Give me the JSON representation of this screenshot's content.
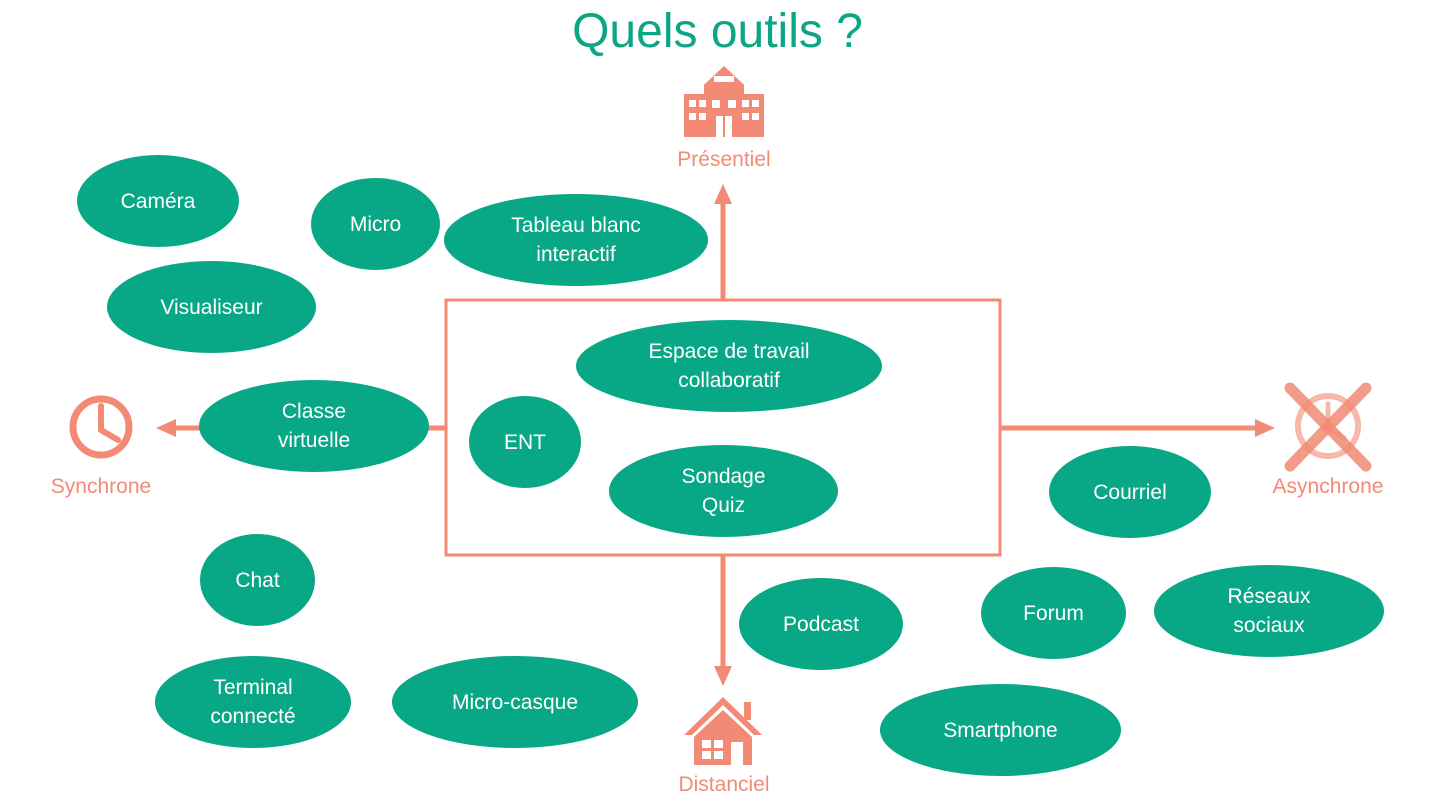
{
  "title": "Quels outils ?",
  "colors": {
    "accent": "#f28a75",
    "bubble": "#08a786",
    "title": "#0ca585"
  },
  "axes": {
    "top": {
      "label": "Présentiel",
      "icon": "school-building-icon"
    },
    "bottom": {
      "label": "Distanciel",
      "icon": "house-icon"
    },
    "left": {
      "label": "Synchrone",
      "icon": "clock-icon"
    },
    "right": {
      "label": "Asynchrone",
      "icon": "crossed-clock-icon"
    }
  },
  "tools": {
    "camera": "Caméra",
    "micro": "Micro",
    "tableau": "Tableau blanc\ninteractif",
    "visualiseur": "Visualiseur",
    "classe": "Classe\nvirtuelle",
    "espace": "Espace de travail\ncollaboratif",
    "ent": "ENT",
    "sondage": "Sondage\nQuiz",
    "courriel": "Courriel",
    "chat": "Chat",
    "podcast": "Podcast",
    "forum": "Forum",
    "reseaux": "Réseaux\nsociaux",
    "terminal": "Terminal\nconnecté",
    "microcasque": "Micro-casque",
    "smartphone": "Smartphone"
  }
}
